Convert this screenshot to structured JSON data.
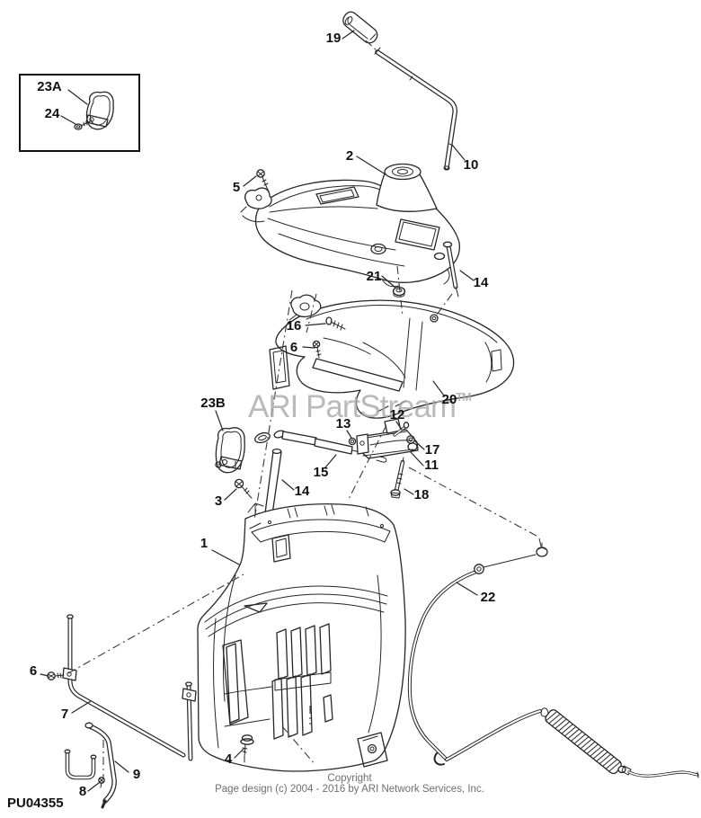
{
  "page": {
    "drawing_code": "PU04355",
    "background": "#ffffff",
    "line_color": "#262626"
  },
  "watermark": {
    "text": "ARI PartStream",
    "tm": "TM",
    "color": "#a9a9a9"
  },
  "footer": {
    "line1": "Copyright",
    "line2": "Page design (c) 2004 - 2016 by ARI Network Services, Inc."
  },
  "callouts": {
    "c1": "1",
    "c2": "2",
    "c3": "3",
    "c4": "4",
    "c5": "5",
    "c6a": "6",
    "c6b": "6",
    "c7": "7",
    "c8": "8",
    "c9": "9",
    "c10": "10",
    "c11": "11",
    "c12": "12",
    "c13": "13",
    "c14a": "14",
    "c14b": "14",
    "c15": "15",
    "c16": "16",
    "c17": "17",
    "c18": "18",
    "c19": "19",
    "c20": "20",
    "c21": "21",
    "c22": "22",
    "c23a": "23A",
    "c23b": "23B",
    "c24": "24"
  }
}
